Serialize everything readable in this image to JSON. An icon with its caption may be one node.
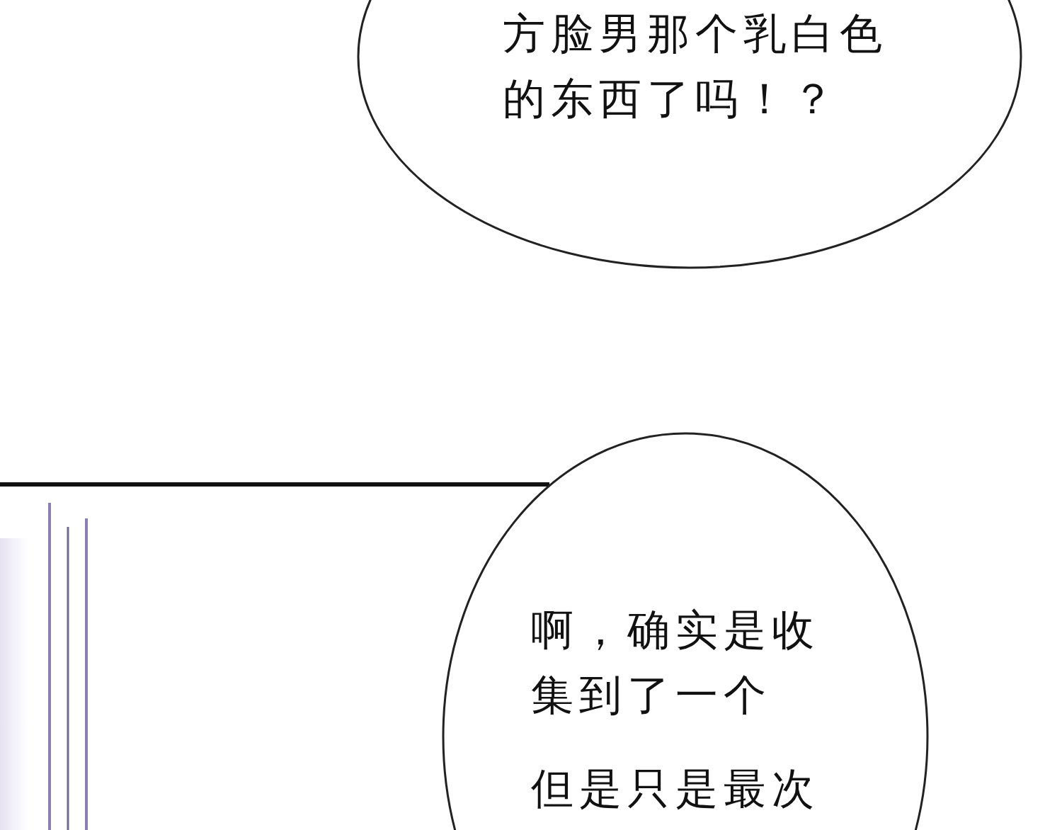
{
  "diagram": {
    "nodes": [
      {
        "text": [
          "方脸男那个乳白色的东西了吗！？"
        ]
      },
      {
        "text": [
          "啊，确实是收集到了一个",
          "但是只是最次"
        ]
      }
    ],
    "edges": []
  }
}
